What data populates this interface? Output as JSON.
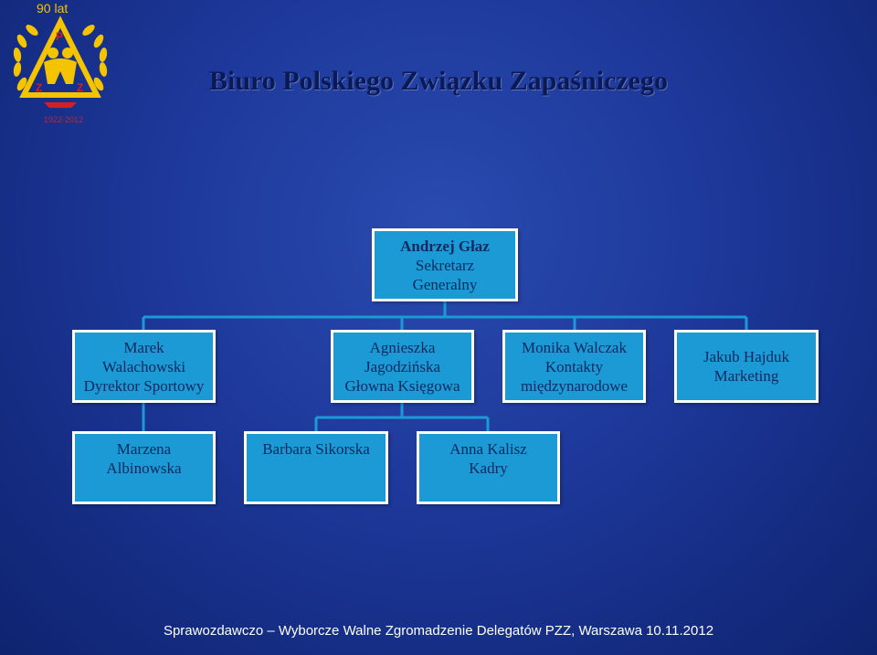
{
  "logo": {
    "anniversary": "90 lat",
    "letter_top": "P",
    "letter_left": "Z",
    "letter_right": "Z",
    "years": "1922-2012",
    "colors": {
      "gold": "#f5c400",
      "red": "#d32020"
    }
  },
  "title": "Biuro Polskiego Związku Zapaśniczego",
  "org": {
    "top": {
      "lines": [
        "Andrzej Głaz",
        "Sekretarz",
        "Generalny"
      ]
    },
    "level2": [
      {
        "lines": [
          "Marek",
          "Walachowski",
          "Dyrektor Sportowy"
        ]
      },
      {
        "lines": [
          "Agnieszka",
          "Jagodzińska",
          "Głowna Księgowa"
        ]
      },
      {
        "lines": [
          "Monika Walczak",
          "Kontakty",
          "międzynarodowe"
        ]
      },
      {
        "lines": [
          "Jakub Hajduk",
          "Marketing"
        ]
      }
    ],
    "level3": [
      {
        "lines": [
          "Marzena",
          "Albinowska"
        ]
      },
      {
        "lines": [
          "Barbara Sikorska"
        ]
      },
      {
        "lines": [
          "Anna Kalisz",
          "Kadry"
        ]
      }
    ]
  },
  "footer": "Sprawozdawczo – Wyborcze Walne Zgromadzenie Delegatów PZZ, Warszawa 10.11.2012",
  "colors": {
    "box": "#1b9ad6",
    "connector": "#1b9ad6",
    "background": "#1d389a"
  }
}
